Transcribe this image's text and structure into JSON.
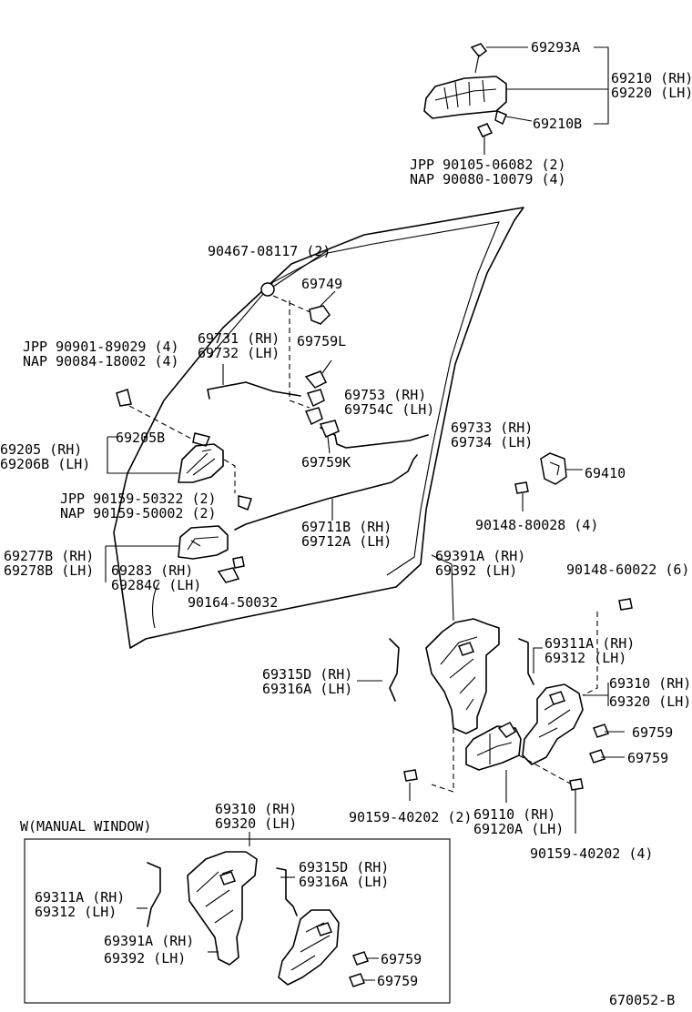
{
  "diagram_code": "670052-B",
  "manual_window_box_title": "W(MANUAL WINDOW)",
  "callouts": {
    "c69293A": "69293A",
    "c69210_rh": "69210 (RH)",
    "c69220_lh": "69220 (LH)",
    "c69210B": "69210B",
    "jpp_outer_screw": "JPP 90105-06082 (2)",
    "nap_outer_screw": "NAP 90080-10079 (4)",
    "c90467": "90467-08117 (2)",
    "c69749": "69749",
    "c69731": "69731 (RH)",
    "c69732": "69732 (LH)",
    "c69759L": "69759L",
    "jpp_clip": "JPP  90901-89029 (4)",
    "nap_clip": "NAP  90084-18002 (4)",
    "c69753": "69753  (RH)",
    "c69754C": "69754C (LH)",
    "c69733": "69733 (RH)",
    "c69734": "69734 (LH)",
    "c69205B": "69205B",
    "c69205": "69205  (RH)",
    "c69206B": "69206B (LH)",
    "c69759K": "69759K",
    "c69410": "69410",
    "jpp_inner_screw": "JPP 90159-50322 (2)",
    "nap_inner_screw": "NAP 90159-50002 (2)",
    "c69711B": "69711B (RH)",
    "c69712A": "69712A (LH)",
    "c90148_80028": "90148-80028 (4)",
    "c69277B": "69277B (RH)",
    "c69278B": "69278B (LH)",
    "c69283": "69283  (RH)",
    "c69284C": "69284C (LH)",
    "c69391A_main": "69391A (RH)",
    "c69392_main": "69392  (LH)",
    "c90148_60022": "90148-60022 (6)",
    "c90164": "90164-50032",
    "c69311A_main": "69311A (RH)",
    "c69312_main": "69312  (LH)",
    "c69315D_main": "69315D (RH)",
    "c69316A_main": "69316A (LH)",
    "c69310_main": "69310 (RH)",
    "c69320_main": "69320 (LH)",
    "c69759_a": "69759",
    "c69759_b": "69759",
    "c90159_40202_2": "90159-40202 (2)",
    "c69110": "69110  (RH)",
    "c69120A": "69120A (LH)",
    "c90159_40202_4": "90159-40202 (4)",
    "w_69310": "69310 (RH)",
    "w_69320": "69320 (LH)",
    "w_69315D": "69315D (RH)",
    "w_69316A": "69316A (LH)",
    "w_69311A": "69311A (RH)",
    "w_69312": "69312  (LH)",
    "w_69391A": "69391A (RH)",
    "w_69392": "69392  (LH)",
    "w_69759_a": "69759",
    "w_69759_b": "69759"
  }
}
